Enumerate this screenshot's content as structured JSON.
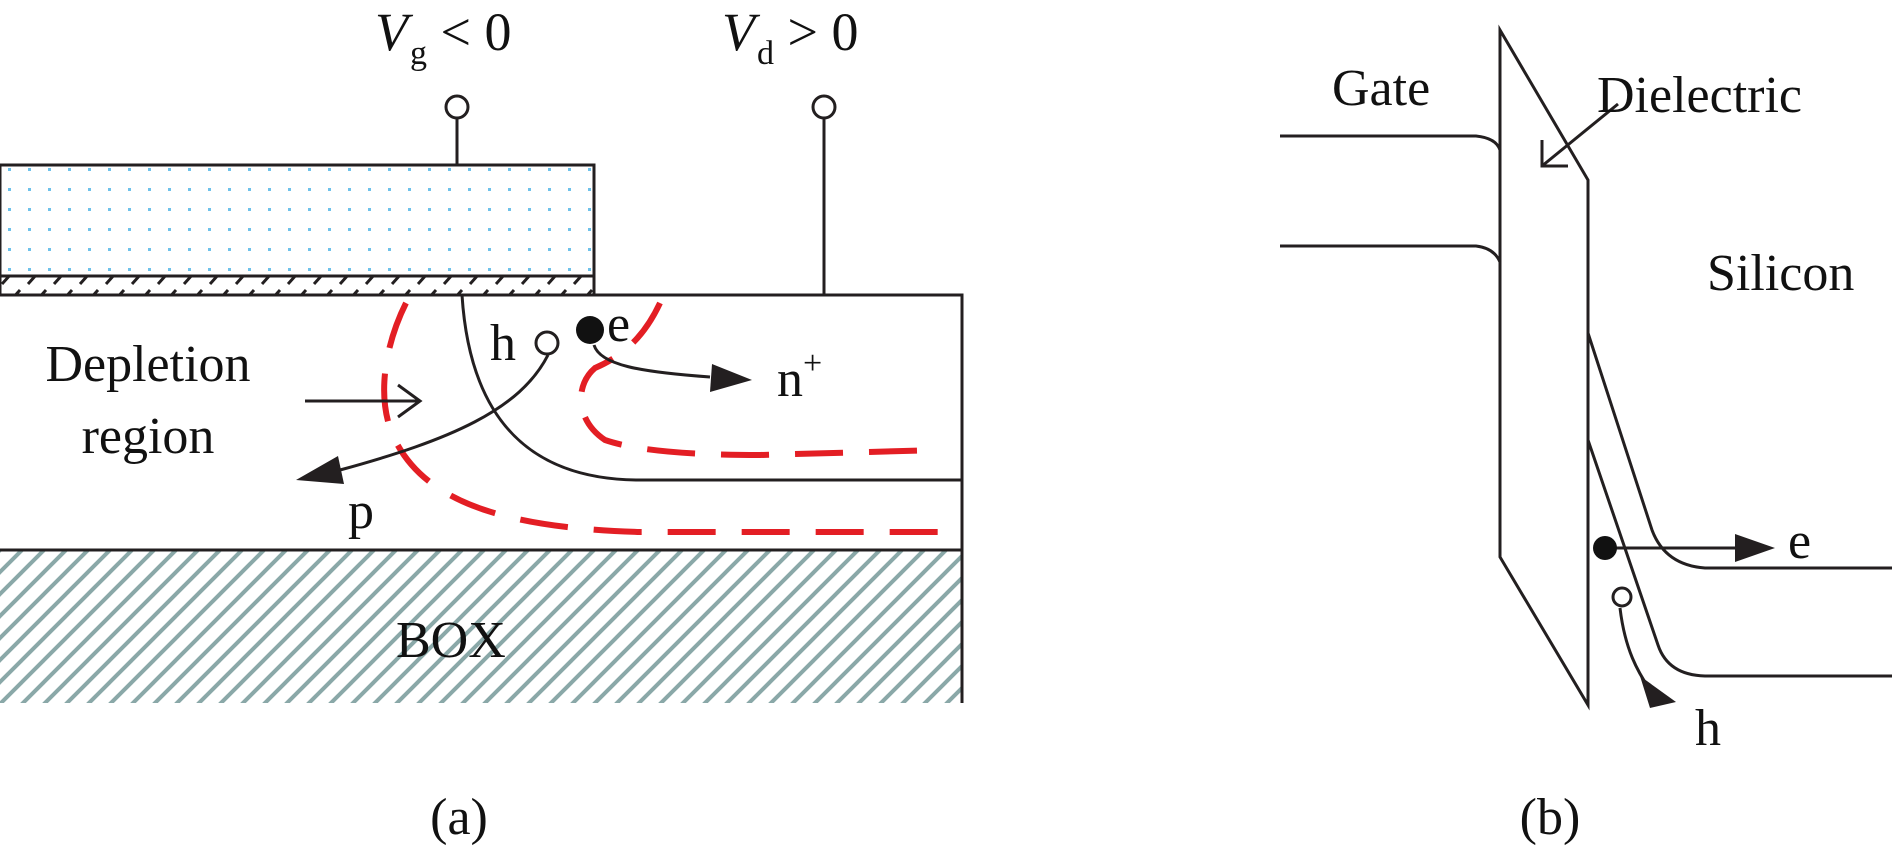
{
  "panel_a": {
    "gate_voltage": {
      "symbol": "V",
      "subscript": "g",
      "relation": " < 0"
    },
    "drain_voltage": {
      "symbol": "V",
      "subscript": "d",
      "relation": " > 0"
    },
    "depletion_label_line1": "Depletion",
    "depletion_label_line2": "region",
    "hole_label": "h",
    "electron_label": "e",
    "n_plus_base": "n",
    "n_plus_sup": "+",
    "p_label": "p",
    "box_label": "BOX",
    "caption": "(a)"
  },
  "panel_b": {
    "gate_label": "Gate",
    "dielectric_label": "Dielectric",
    "silicon_label": "Silicon",
    "electron_label": "e",
    "hole_label": "h",
    "caption": "(b)"
  },
  "colors": {
    "depletion_boundary": "#e31e24",
    "gate_dots": "#6ec1ea",
    "box_hatch": "#8aa8a8",
    "line": "#231f20"
  }
}
